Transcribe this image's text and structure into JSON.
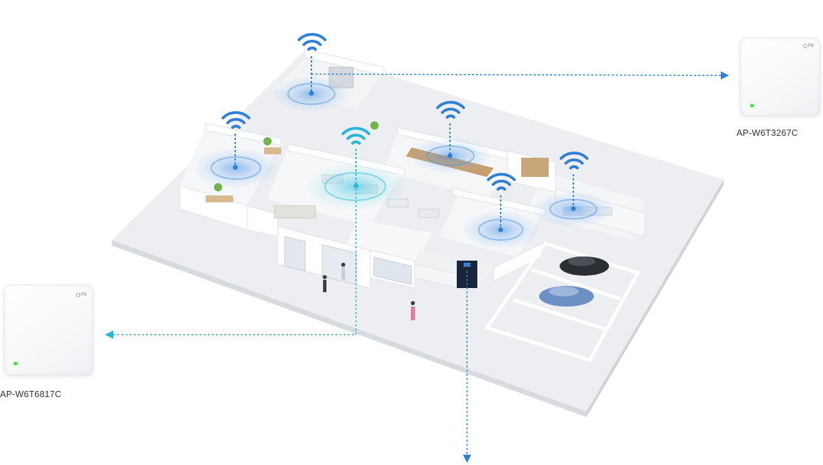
{
  "access_points": [
    {
      "model": "AP-W6T3267C",
      "logo": "FS"
    },
    {
      "model": "AP-W6T6817C",
      "logo": "FS"
    }
  ],
  "colors": {
    "wifi_blue": "#2f7fd8",
    "wifi_highlight": "#26b6d6",
    "floor": "#eceef1",
    "wall": "#ffffff",
    "led": "#38d63a"
  }
}
